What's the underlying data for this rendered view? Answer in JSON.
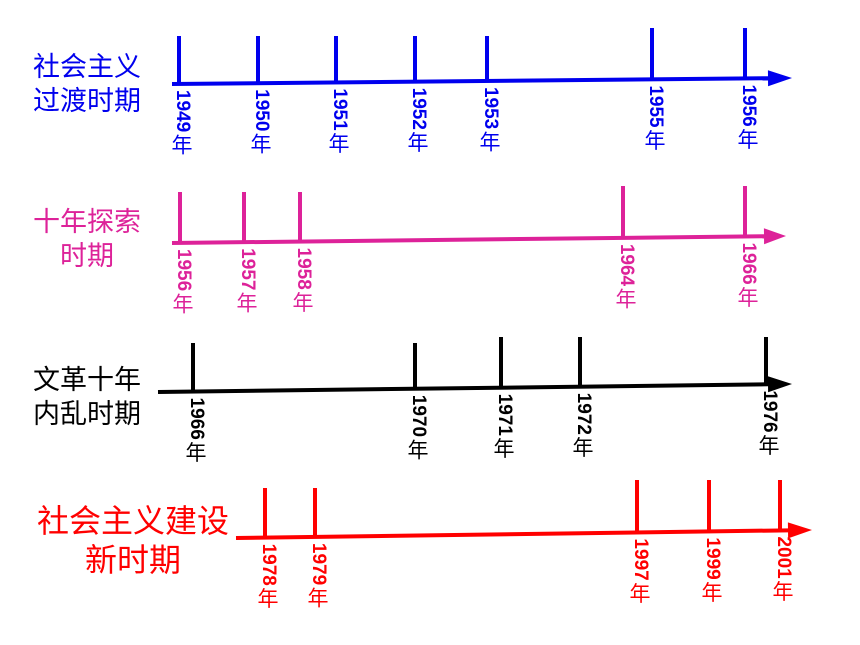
{
  "timelines": [
    {
      "color": "#0000ee",
      "title_lines": [
        "社会主义",
        "过渡时期"
      ],
      "year_suffix": "年",
      "years": [
        "1949",
        "1950",
        "1951",
        "1952",
        "1953",
        "1955",
        "1956"
      ]
    },
    {
      "color": "#dd2299",
      "title_lines": [
        "十年探索",
        "时期"
      ],
      "year_suffix": "年",
      "years": [
        "1956",
        "1957",
        "1958",
        "1964",
        "1966"
      ]
    },
    {
      "color": "#000000",
      "title_lines": [
        "文革十年",
        "内乱时期"
      ],
      "year_suffix": "年",
      "years": [
        "1966",
        "1970",
        "1971",
        "1972",
        "1976"
      ]
    },
    {
      "color": "#ff0000",
      "title_lines": [
        "社会主义建设",
        "新时期"
      ],
      "year_suffix": "年",
      "years": [
        "1978",
        "1979",
        "1997",
        "1999",
        "2001"
      ]
    }
  ]
}
